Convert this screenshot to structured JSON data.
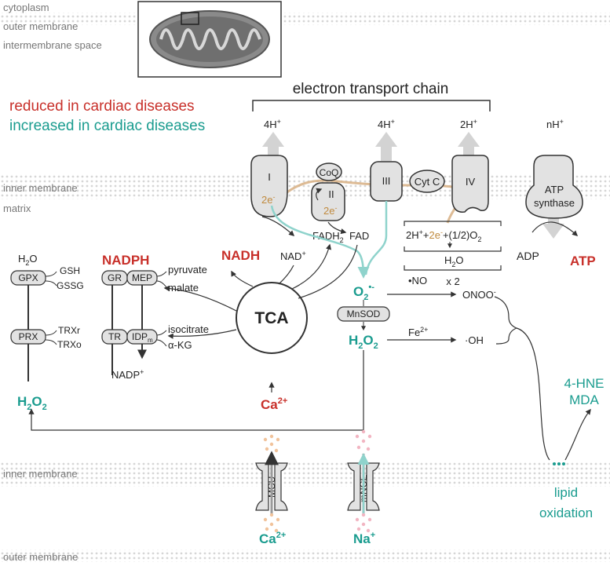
{
  "regions": {
    "cytoplasm": "cytoplasm",
    "outer_membrane_top": "outer membrane",
    "intermembrane_space": "intermembrane space",
    "inner_membrane_top": "inner membrane",
    "matrix": "matrix",
    "inner_membrane_bottom": "inner membrane",
    "outer_membrane_bottom": "outer membrane"
  },
  "legend": {
    "reduced": "reduced in cardiac diseases",
    "increased": "increased in cardiac diseases"
  },
  "etc": {
    "title": "electron transport chain",
    "proton_1": "4H",
    "proton_3": "4H",
    "proton_4": "2H",
    "proton_atp": "nH",
    "plus": "+",
    "complex_1": "I",
    "complex_2": "II",
    "complex_3": "III",
    "complex_4": "IV",
    "coq": "CoQ",
    "cytc": "Cyt C",
    "atp_synthase_1": "ATP",
    "atp_synthase_2": "synthase",
    "electrons_1": "2e",
    "electrons_2": "2e",
    "minus": "-"
  },
  "matrix_labels": {
    "nadh": "NADH",
    "nad": "NAD",
    "fadh2": "FADH",
    "fadh2_sub": "2",
    "fad": "FAD",
    "adp": "ADP",
    "atp": "ATP",
    "reaction_left": "2H",
    "reaction_e": "2e",
    "reaction_right": "+(1/2)O",
    "reaction_sub": "2",
    "water": "H",
    "water_sub": "2",
    "water_o": "O",
    "times_two": "x 2"
  },
  "ros": {
    "superoxide": "O",
    "superoxide_sub": "2",
    "superoxide_sup": "•-",
    "no": "•NO",
    "onoo": "ONOO",
    "mnsod": "MnSOD",
    "h2o2_center_1": "H",
    "h2o2_center_2": "O",
    "fe": "Fe",
    "fe_sup": "2+",
    "oh": "·OH",
    "hne": "4-HNE",
    "mda": "MDA",
    "lipid_1": "lipid",
    "lipid_2": "oxidation"
  },
  "antioxidant": {
    "h2o": "H",
    "h2o_sub": "2",
    "h2o_o": "O",
    "nadph": "NADPH",
    "gpx": "GPX",
    "gr": "GR",
    "mep": "MEP",
    "prx": "PRX",
    "tr": "TR",
    "idp": "IDP",
    "idp_sub": "m",
    "gsh": "GSH",
    "gssg": "GSSG",
    "trxr": "TRXr",
    "trxo": "TRXo",
    "pyruvate": "pyruvate",
    "malate": "malate",
    "isocitrate": "isocitrate",
    "akg": "α-KG",
    "nadp": "NADP",
    "h2o2_left_1": "H",
    "h2o2_left_2": "O",
    "tca": "TCA"
  },
  "calcium": {
    "ca_top": "Ca",
    "ca_sup": "2+",
    "ca_bottom": "Ca",
    "mcu": "MCU",
    "mnce": "mNCE",
    "na": "Na",
    "na_sup": "+"
  },
  "colors": {
    "red": "#c8302a",
    "teal": "#1a9c8f",
    "orange": "#c08a3e",
    "gray_fill": "#e2e2e2",
    "membrane": "#d9d9d9",
    "dark": "#333333"
  }
}
